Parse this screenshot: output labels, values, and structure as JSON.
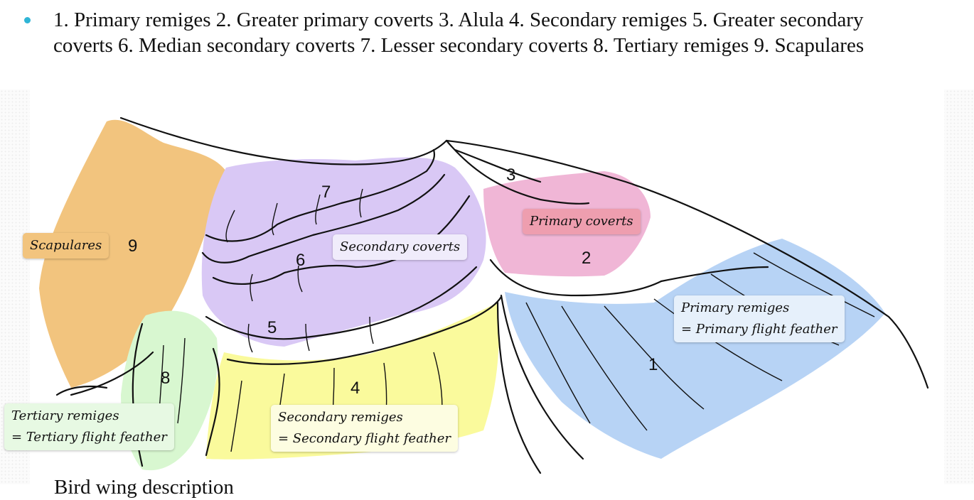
{
  "bullet": {
    "text": "1. Primary remiges 2. Greater primary coverts 3. Alula 4. Secondary remiges 5. Greater secondary coverts 6. Median secondary coverts 7. Lesser secondary coverts 8. Tertiary remiges 9. Scapulares"
  },
  "diagram": {
    "numbers": [
      "1",
      "2",
      "3",
      "4",
      "5",
      "6",
      "7",
      "8",
      "9"
    ],
    "labels": {
      "scapulares": "Scapulares",
      "secondary_coverts": "Secondary coverts",
      "primary_coverts": "Primary coverts",
      "primary_remiges_line1": "Primary remiges",
      "primary_remiges_line2": "= Primary flight feather",
      "tertiary_remiges_line1": "Tertiary remiges",
      "tertiary_remiges_line2": "= Tertiary flight feather",
      "secondary_remiges_line1": "Secondary remiges",
      "secondary_remiges_line2": "= Secondary flight feather"
    },
    "colors": {
      "scapulares": "#f2c47e",
      "lesser_median_greater_coverts": "#d9c8f5",
      "primary_coverts": "#f0b6d6",
      "primary_remiges": "#b7d3f5",
      "secondary_remiges": "#fafa9c",
      "tertiary_remiges": "#d8f7d0",
      "bullet": "#2fb5d6"
    }
  },
  "footer": {
    "text": "Bird wing description"
  }
}
